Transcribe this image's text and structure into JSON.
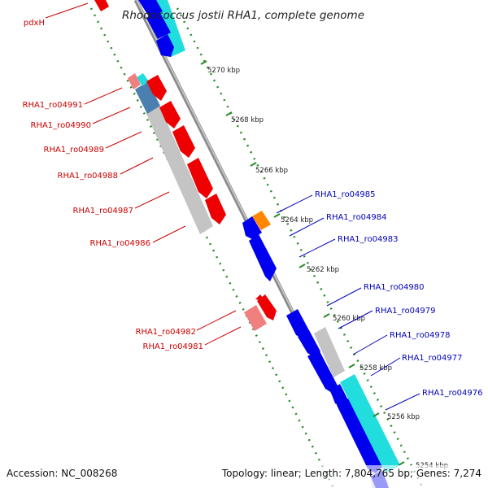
{
  "title": "Rhodococcus jostii RHA1, complete genome",
  "footer": {
    "accession": "Accession: NC_008268",
    "topology": "Topology: linear; Length: 7,804,765 bp; Genes: 7,274"
  },
  "colors": {
    "forward_label": "#cc0000",
    "reverse_label": "#0000bb",
    "forward_gene": "#ee0000",
    "reverse_gene": "#0000ee",
    "backbone": "#808080",
    "tick": "#2a8a2a",
    "cyan": "#22dddd",
    "orange": "#ff8800",
    "gray_band": "#c4c4c4",
    "steel": "#4a7fb0",
    "pink": "#f08080"
  },
  "ticks": [
    {
      "label": "5270 kbp"
    },
    {
      "label": "5268 kbp"
    },
    {
      "label": "5266 kbp"
    },
    {
      "label": "5264 kbp"
    },
    {
      "label": "5262 kbp"
    },
    {
      "label": "5260 kbp"
    },
    {
      "label": "5258 kbp"
    },
    {
      "label": "5256 kbp"
    },
    {
      "label": "5254 kbp"
    }
  ],
  "forward_labels": [
    {
      "text": "pdxH"
    },
    {
      "text": "RHA1_ro04991"
    },
    {
      "text": "RHA1_ro04990"
    },
    {
      "text": "RHA1_ro04989"
    },
    {
      "text": "RHA1_ro04988"
    },
    {
      "text": "RHA1_ro04987"
    },
    {
      "text": "RHA1_ro04986"
    },
    {
      "text": "RHA1_ro04982"
    },
    {
      "text": "RHA1_ro04981"
    }
  ],
  "reverse_labels": [
    {
      "text": "RHA1_ro04985"
    },
    {
      "text": "RHA1_ro04984"
    },
    {
      "text": "RHA1_ro04983"
    },
    {
      "text": "RHA1_ro04980"
    },
    {
      "text": "RHA1_ro04979"
    },
    {
      "text": "RHA1_ro04978"
    },
    {
      "text": "RHA1_ro04977"
    },
    {
      "text": "RHA1_ro04976"
    }
  ]
}
